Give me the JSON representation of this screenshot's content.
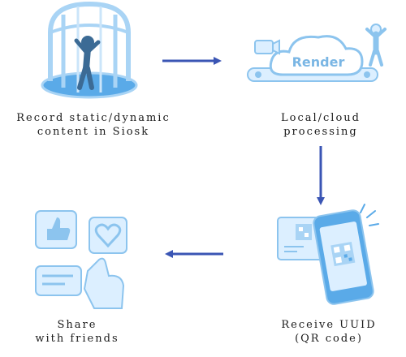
{
  "steps": {
    "record": {
      "line1": "Record static/dynamic",
      "line2": "content in Siosk"
    },
    "process": {
      "line1": "Local/cloud",
      "line2": "processing",
      "render_label": "Render"
    },
    "share": {
      "line1": "Share",
      "line2": "with friends"
    },
    "receive": {
      "line1": "Receive UUID",
      "line2": "(QR code)"
    }
  },
  "colors": {
    "icon_light": "#dcefff",
    "icon_mid": "#a9d4f5",
    "icon_blue": "#5aaae8",
    "icon_stroke": "#8cc4ee",
    "icon_dark": "#3c6b95",
    "arrow": "#3a55b4"
  },
  "icons": [
    "booth-icon",
    "camera-icon",
    "cloud-icon",
    "person-icon",
    "phone-qr-icon",
    "social-icon"
  ]
}
